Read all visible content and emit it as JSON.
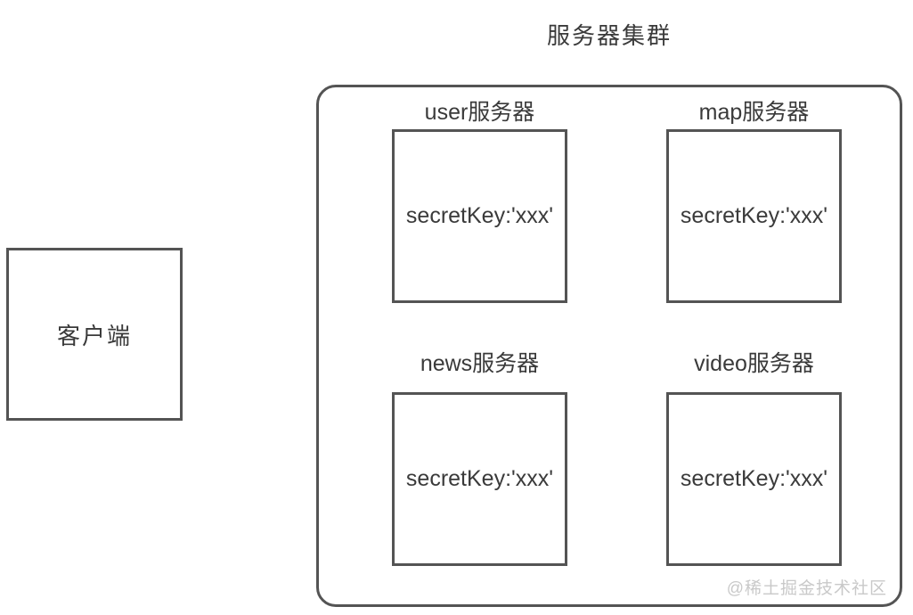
{
  "title": "服务器集群",
  "client": {
    "label": "客户端"
  },
  "cluster": {
    "servers": [
      {
        "name": "user服务器",
        "content": "secretKey:'xxx'"
      },
      {
        "name": "map服务器",
        "content": "secretKey:'xxx'"
      },
      {
        "name": "news服务器",
        "content": "secretKey:'xxx'"
      },
      {
        "name": "video服务器",
        "content": "secretKey:'xxx'"
      }
    ]
  },
  "watermark": "@稀土掘金技术社区",
  "colors": {
    "border": "#545454",
    "text": "#3a3a3a",
    "watermark": "#c9c9c9",
    "bg": "#ffffff"
  }
}
